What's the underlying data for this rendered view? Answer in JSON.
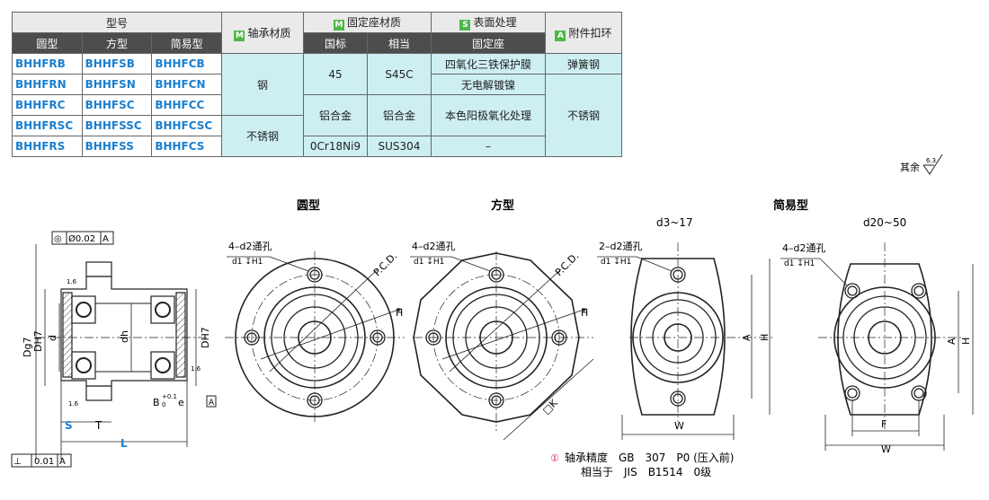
{
  "table": {
    "header": {
      "model": "型号",
      "round": "圆型",
      "square": "方型",
      "simple": "简易型",
      "bearing_badge": "M",
      "bearing_material": "轴承材质",
      "seat_badge": "M",
      "seat_material": "固定座材质",
      "national": "国标",
      "equivalent": "相当",
      "surface_badge": "S",
      "surface": "表面处理",
      "fixed_seat": "固定座",
      "accessory_badge": "A",
      "accessory": "附件扣环"
    },
    "rows": [
      {
        "round": "BHHFRB",
        "square": "BHHFSB",
        "simple": "BHHFCB",
        "surface": "四氧化三铁保护膜"
      },
      {
        "round": "BHHFRN",
        "square": "BHHFSN",
        "simple": "BHHFCN",
        "surface": "无电解镀镍"
      },
      {
        "round": "BHHFRC",
        "square": "BHHFSC",
        "simple": "BHHFCC",
        "surface": "本色阳极氧化处理"
      },
      {
        "round": "BHHFRSC",
        "square": "BHHFSSC",
        "simple": "BHHFCSC"
      },
      {
        "round": "BHHFRS",
        "square": "BHHFSS",
        "simple": "BHHFCS",
        "surface": "–"
      }
    ],
    "bearing_steel": "钢",
    "bearing_stainless": "不锈钢",
    "seat_45": "45",
    "seat_s45c": "S45C",
    "seat_alloy": "铝合金",
    "seat_alloy_eq": "铝合金",
    "seat_0cr": "0Cr18Ni9",
    "seat_sus": "SUS304",
    "accessory_spring": "弹簧钢",
    "accessory_stainless": "不锈钢"
  },
  "roughness": {
    "prefix": "其余",
    "value": "6.3"
  },
  "views": {
    "round_title": "圆型",
    "square_title": "方型",
    "simple_title": "简易型",
    "simple_sub1": "d3~17",
    "simple_sub2": "d20~50"
  },
  "callouts": {
    "holes4": "4–d2通孔",
    "holes2": "2–d2通孔",
    "cbore": "d1 ↧H1",
    "pcd": "P.C.D.",
    "H": "H",
    "A": "A",
    "K": "□K",
    "W": "W",
    "F": "F"
  },
  "section": {
    "coax": "◎",
    "coax_val": "Ø0.02",
    "datumA": "A",
    "perp": "⊥",
    "perp_val": "0.01",
    "D": "Dg7",
    "DH": "DH7",
    "d": "d",
    "dh": "dh",
    "DH7": "DH7",
    "S": "S",
    "T": "T",
    "L": "L",
    "B": "B",
    "B_tol": "+0.1",
    "B_tol2": "0",
    "e": "e",
    "rough": "1.6"
  },
  "note": {
    "mark": "①",
    "line1": "轴承精度　GB　307　P0 (压入前)",
    "line2": "相当于　JIS　B1514　0级"
  },
  "colors": {
    "accent": "#1a7fd0",
    "material_bg": "#cdeff2",
    "badge_green": "#4db848",
    "badge_red": "#e0206a"
  }
}
